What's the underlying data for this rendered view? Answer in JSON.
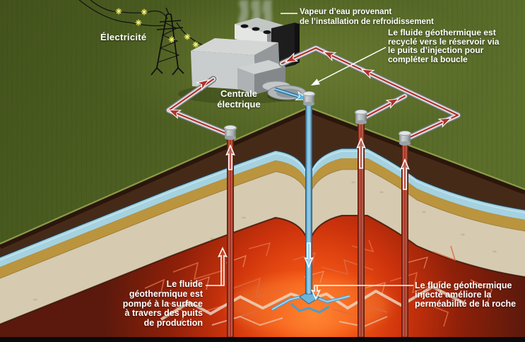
{
  "labels": {
    "electricity": "Électricité",
    "power_plant_line1": "Centrale",
    "power_plant_line2": "électrique"
  },
  "annotations": {
    "steam_line1": "Vapeur d’eau provenant",
    "steam_line2": "de l’installation de refroidissement",
    "recycle_line1": "Le fluide géothermique est",
    "recycle_line2": "recyclé vers le réservoir via",
    "recycle_line3": "le puits d’injection pour",
    "recycle_line4": "compléter la boucle",
    "production_line1": "Le fluide",
    "production_line2": "géothermique est",
    "production_line3": "pompé à la surface",
    "production_line4": "à travers des puits",
    "production_line5": "de production",
    "injection_line1": "Le fluide géothermique",
    "injection_line2": "injecté améliore la",
    "injection_line3": "perméabilité de la roche"
  },
  "colors": {
    "grass_green": "#4e6022",
    "soil_brown": "#462a18",
    "aquifer_blue": "#a4d2e0",
    "sand_gold": "#bb943e",
    "limestone_beige": "#d6cbb0",
    "hot_rock_red": "#cd330c",
    "magma_glow_orange": "#ff7c2a",
    "pipe_gray": "#c6cbce",
    "hot_flow_red": "#b03028",
    "injection_blue": "#8cc8e6",
    "spark_yellow": "#f0ee5e",
    "label_white": "#ffffff"
  }
}
